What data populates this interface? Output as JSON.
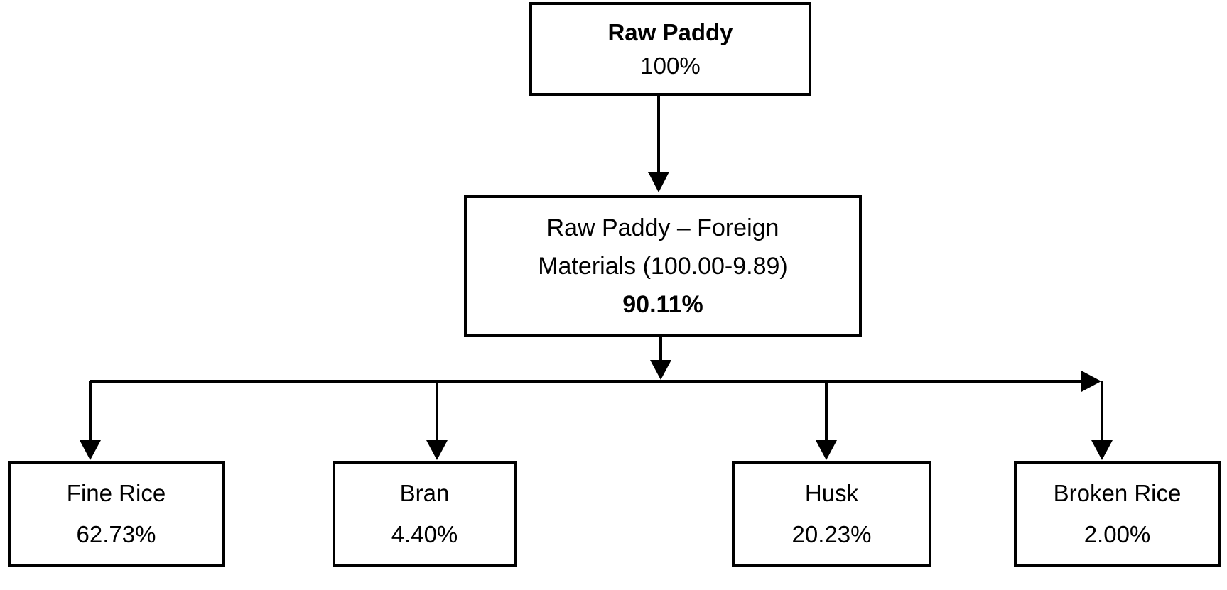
{
  "flowchart": {
    "nodes": {
      "raw_paddy": {
        "label": "Raw Paddy",
        "value": "100%"
      },
      "net_paddy": {
        "label_line1": "Raw Paddy – Foreign",
        "label_line2": "Materials (100.00-9.89)",
        "value": "90.11%"
      },
      "fine_rice": {
        "label": "Fine Rice",
        "value": "62.73%"
      },
      "bran": {
        "label": "Bran",
        "value": "4.40%"
      },
      "husk": {
        "label": "Husk",
        "value": "20.23%"
      },
      "broken_rice": {
        "label": "Broken Rice",
        "value": "2.00%"
      }
    },
    "edges": [
      {
        "from": "raw_paddy",
        "to": "net_paddy"
      },
      {
        "from": "net_paddy",
        "to": "fine_rice"
      },
      {
        "from": "net_paddy",
        "to": "bran"
      },
      {
        "from": "net_paddy",
        "to": "husk"
      },
      {
        "from": "net_paddy",
        "to": "broken_rice"
      }
    ],
    "colors": {
      "background": "#ffffff",
      "line": "#000000",
      "box_border": "#000000",
      "text": "#000000"
    }
  }
}
